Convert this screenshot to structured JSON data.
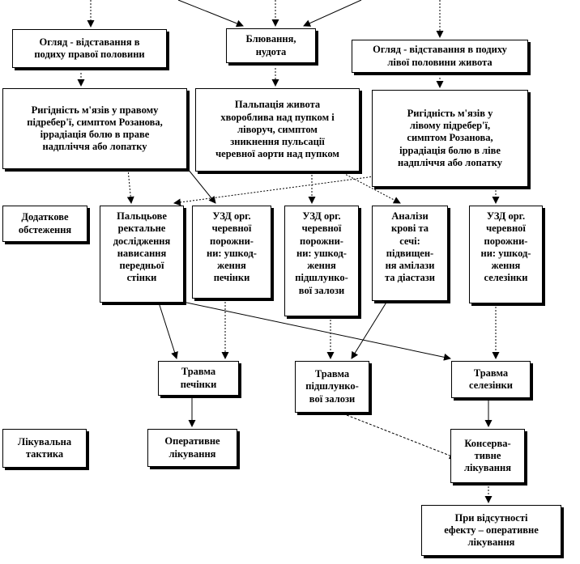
{
  "colors": {
    "line": "#000000",
    "box_bg": "#ffffff",
    "text": "#000000"
  },
  "nodes": {
    "exam_right": "Огляд  - відставання в\nподиху правої половини",
    "vomiting": "Блювання,\nнудота",
    "exam_left": "Огляд  - відставання в подиху\nлівої половини живота",
    "rigidity_right": "Ригідність  м'язів  у правому\nпідребер'ї,  симптом Розанова,\nіррадіація  болю в праве\nнадпліччя або лопатку",
    "palpation": "Пальпація  живота\nхвороблива над пупком і\nліворуч,  симптом\nзникнення пульсації\nчеревної аорти над пупком",
    "rigidity_left": "Ригідність  м'язів  у\nлівому підребер'ї,\nсимптом Розанова,\nіррадіація  болю в ліве\nнадпліччя або лопатку",
    "extra_exam": "Додаткове\nобстеження",
    "rectal": "Пальцьове\nректальне\nдослідження\nнависання\nпередньої\nстінки",
    "us_liver": "УЗД орг.\nчеревної\nпорожни-\nни: ушкод-\nження\nпечінки",
    "us_pancreas": "УЗД орг.\nчеревної\nпорожни-\nни: ушкод-\nження\nпідшлунко-\nвої залози",
    "blood_urine": "Аналізи\nкрові та\nсечі:\nпідвищен-\nня амілази\nта діастази",
    "us_spleen": "УЗД орг.\nчеревної\nпорожни-\nни: ушкод-\nження\nселезінки",
    "trauma_liver": "Травма\nпечінки",
    "trauma_pancreas": "Травма\nпідшлунко-\nвої залози",
    "trauma_spleen": "Травма\nселезінки",
    "treatment_tactics": "Лікувальна\nтактика",
    "operative": "Оперативне\nлікування",
    "conservative": "Консерва-\nтивне\nлікування",
    "no_effect": "При відсутності\nефекту  – оперативне\nлікування"
  }
}
